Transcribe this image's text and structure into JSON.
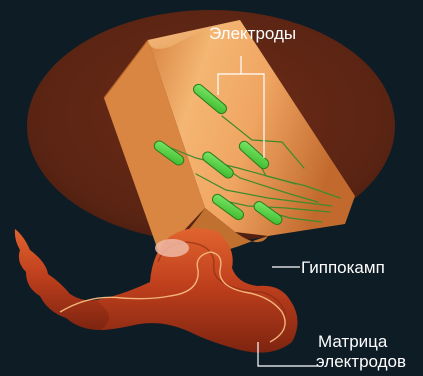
{
  "labels": {
    "electrodes": "Электроды",
    "hippocampus": "Гиппокамп",
    "matrix_line1": "Матрица",
    "matrix_line2": "электродов"
  },
  "colors": {
    "background": "#0e1c26",
    "inset_oval": "#5e2514",
    "probe": "#f0a866",
    "electrode_pad": "#4fd13c",
    "trace": "#3d8a2a",
    "hippocampus": "#c5411f",
    "leader_line": "#ffffff"
  }
}
